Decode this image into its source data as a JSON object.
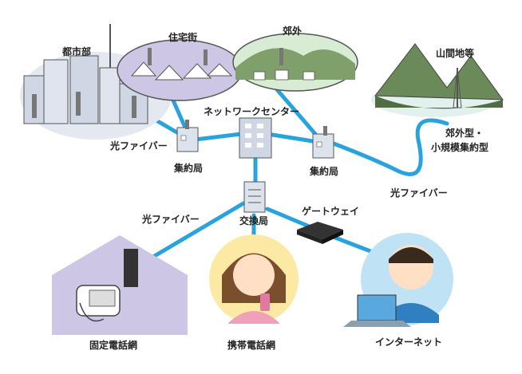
{
  "labels": {
    "city": "都市部",
    "residential": "住宅街",
    "suburb": "郊外",
    "mountain": "山間地等",
    "network_center": "ネットワークセンター",
    "fiber_left": "光ファイバー",
    "aggregation_left": "集約局",
    "aggregation_right": "集約局",
    "suburban_type": "郊外型・",
    "small_aggregation": "小規模集約型",
    "fiber_right": "光ファイバー",
    "exchange": "交換局",
    "fiber_center": "光ファイバー",
    "gateway": "ゲートウェイ",
    "fixed_phone": "固定電話網",
    "mobile_phone": "携帯電話網",
    "internet": "インターネット"
  },
  "colors": {
    "link": "#29a3dc",
    "building": "#cfd6e4",
    "house": "#cdc6e4",
    "person_bg": "#fbe9a4",
    "internet_bg": "#bfe3f5",
    "mountain": "#6b8a5a"
  }
}
